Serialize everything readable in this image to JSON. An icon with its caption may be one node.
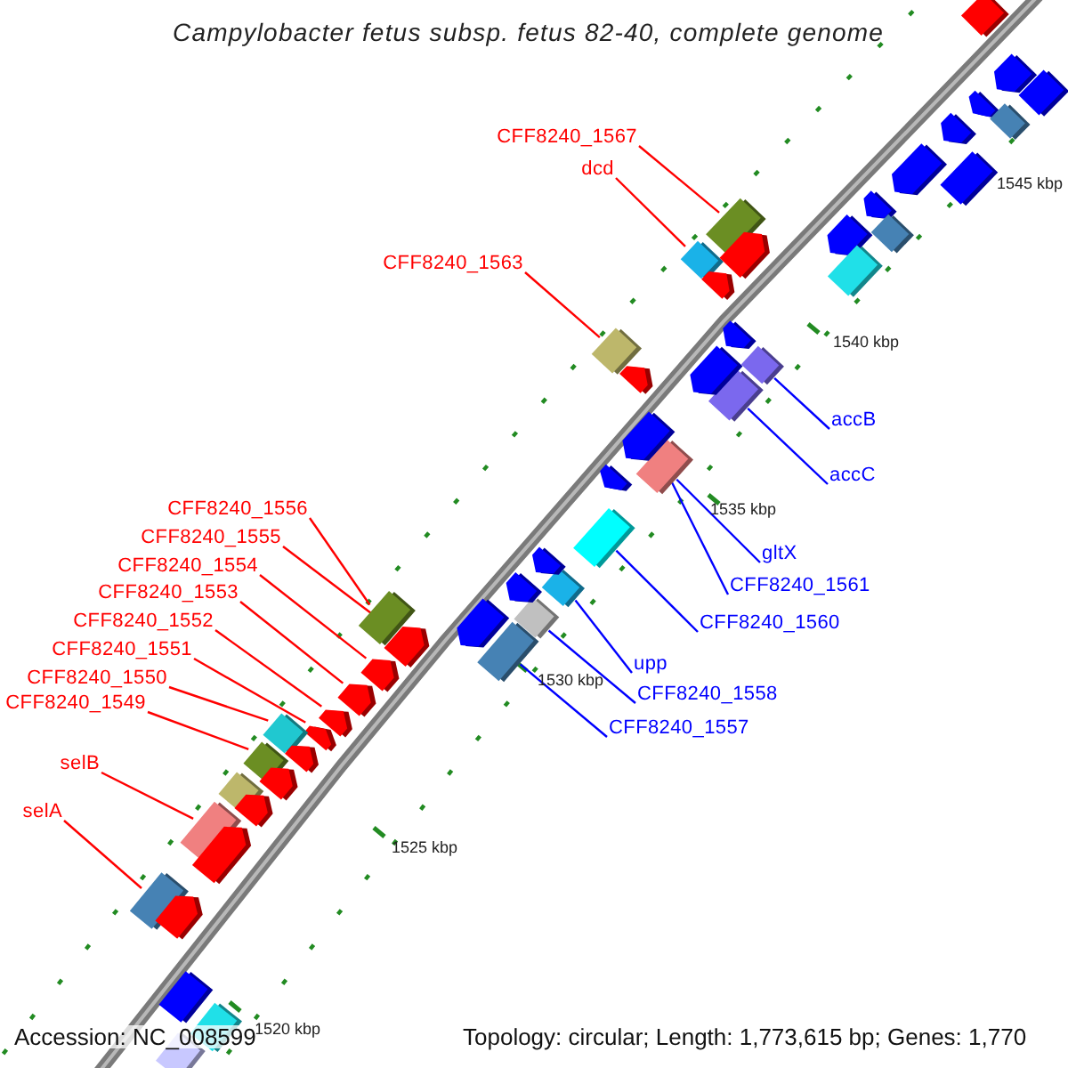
{
  "diagram": {
    "title": "Campylobacter fetus subsp. fetus 82-40, complete genome",
    "nodes": [
      {
        "text": [
          "CFF8240_1567"
        ]
      },
      {
        "text": [],
        "shape": "bar"
      },
      {
        "text": [
          "dcd"
        ]
      },
      {
        "text": [],
        "shape": "bar"
      },
      {
        "text": [
          "CFF8240_1563"
        ]
      },
      {
        "text": [],
        "shape": "bar"
      },
      {
        "text": [
          "CFF8240_1556"
        ]
      },
      {
        "text": [],
        "shape": "bar"
      },
      {
        "text": [
          "CFF8240_1555"
        ]
      },
      {
        "text": [],
        "shape": "bar"
      },
      {
        "text": [
          "CFF8240_1554"
        ]
      },
      {
        "text": [],
        "shape": "bar"
      },
      {
        "text": [
          "CFF8240_1553"
        ]
      },
      {
        "text": [],
        "shape": "bar"
      },
      {
        "text": [
          "CFF8240_1552"
        ]
      },
      {
        "text": [],
        "shape": "bar"
      },
      {
        "text": [
          "CFF8240_1551"
        ]
      },
      {
        "text": [],
        "shape": "bar"
      },
      {
        "text": [
          "CFF8240_1550"
        ]
      },
      {
        "text": [],
        "shape": "bar"
      },
      {
        "text": [
          "CFF8240_1549"
        ]
      },
      {
        "text": [],
        "shape": "bar"
      },
      {
        "text": [
          "selB"
        ]
      },
      {
        "text": [],
        "shape": "bar"
      },
      {
        "text": [
          "selA"
        ]
      },
      {
        "text": [],
        "shape": "bar"
      },
      {
        "text": [
          "accB"
        ]
      },
      {
        "text": [],
        "shape": "bar"
      },
      {
        "text": [
          "accC"
        ]
      },
      {
        "text": [],
        "shape": "bar"
      },
      {
        "text": [
          "gltX"
        ]
      },
      {
        "text": [],
        "shape": "bar"
      },
      {
        "text": [
          "CFF8240_1561"
        ]
      },
      {
        "text": [],
        "shape": "bar"
      },
      {
        "text": [
          "CFF8240_1560"
        ]
      },
      {
        "text": [],
        "shape": "bar"
      },
      {
        "text": [
          "upp"
        ]
      },
      {
        "text": [],
        "shape": "bar"
      },
      {
        "text": [
          "CFF8240_1558"
        ]
      },
      {
        "text": [],
        "shape": "bar"
      },
      {
        "text": [
          "CFF8240_1557"
        ]
      },
      {
        "text": [],
        "shape": "bar"
      },
      {
        "text": [],
        "shape": "bar"
      },
      {
        "text": [],
        "shape": "bar"
      },
      {
        "text": [],
        "shape": "bar"
      },
      {
        "text": [],
        "shape": "bar"
      },
      {
        "text": [],
        "shape": "bar"
      },
      {
        "text": [],
        "shape": "bar"
      },
      {
        "text": [],
        "shape": "bar"
      },
      {
        "text": [],
        "shape": "bar"
      },
      {
        "text": [],
        "shape": "bar"
      },
      {
        "text": [],
        "shape": "bar"
      },
      {
        "text": [],
        "shape": "bar"
      },
      {
        "text": [],
        "shape": "bar"
      },
      {
        "text": [],
        "shape": "bar"
      },
      {
        "text": [],
        "shape": "bar"
      },
      {
        "text": [],
        "shape": "bar"
      },
      {
        "text": [],
        "shape": "bar"
      },
      {
        "text": [],
        "shape": "bar"
      },
      {
        "text": [],
        "shape": "bar"
      },
      {
        "text": [],
        "shape": "bar"
      },
      {
        "text": [],
        "shape": "bar"
      },
      {
        "text": [],
        "shape": "bar"
      },
      {
        "text": [],
        "shape": "bar"
      },
      {
        "text": [],
        "shape": "bar"
      },
      {
        "text": [],
        "shape": "bar"
      },
      {
        "text": [],
        "shape": "bar"
      },
      {
        "text": [],
        "shape": "bar"
      },
      {
        "text": [],
        "shape": "bar"
      },
      {
        "text": [],
        "shape": "bar"
      },
      {
        "text": [],
        "shape": "bar"
      },
      {
        "text": [],
        "shape": "bar"
      }
    ],
    "edges": [
      {
        "from": 0,
        "to": 1,
        "arrow": "none"
      },
      {
        "from": 2,
        "to": 3,
        "arrow": "none"
      },
      {
        "from": 4,
        "to": 5,
        "arrow": "none"
      },
      {
        "from": 6,
        "to": 7,
        "arrow": "none"
      },
      {
        "from": 8,
        "to": 9,
        "arrow": "none"
      },
      {
        "from": 10,
        "to": 11,
        "arrow": "none"
      },
      {
        "from": 12,
        "to": 13,
        "arrow": "none"
      },
      {
        "from": 14,
        "to": 15,
        "arrow": "none"
      },
      {
        "from": 16,
        "to": 17,
        "arrow": "none"
      },
      {
        "from": 18,
        "to": 19,
        "arrow": "none"
      },
      {
        "from": 20,
        "to": 21,
        "arrow": "none"
      },
      {
        "from": 22,
        "to": 23,
        "arrow": "none"
      },
      {
        "from": 24,
        "to": 25,
        "arrow": "none"
      },
      {
        "from": 26,
        "to": 27,
        "arrow": "none",
        "color": "#0000ff"
      },
      {
        "from": 28,
        "to": 29,
        "arrow": "none",
        "color": "#0000ff"
      },
      {
        "from": 30,
        "to": 31,
        "arrow": "none",
        "color": "#0000ff"
      },
      {
        "from": 32,
        "to": 33,
        "arrow": "none",
        "color": "#0000ff"
      },
      {
        "from": 34,
        "to": 35,
        "arrow": "none",
        "color": "#0000ff"
      },
      {
        "from": 36,
        "to": 37,
        "arrow": "none",
        "color": "#0000ff"
      },
      {
        "from": 38,
        "to": 39,
        "arrow": "none",
        "color": "#0000ff"
      },
      {
        "from": 40,
        "to": 41,
        "arrow": "none",
        "color": "#0000ff"
      }
    ],
    "labels": [
      "1545 kbp",
      "1540 kbp",
      "1535 kbp",
      "1530 kbp",
      "1525 kbp",
      "1520 kbp",
      "Accession: NC_008599",
      "Topology: circular; Length: 1,773,615 bp; Genes: 1,770"
    ]
  }
}
